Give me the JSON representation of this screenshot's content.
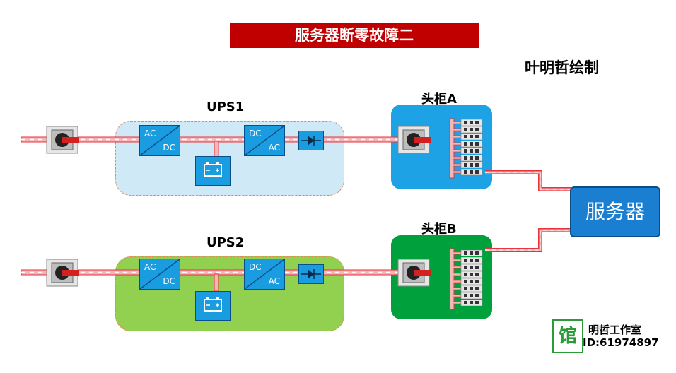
{
  "title": "服务器断零故障二",
  "author": "叶明哲绘制",
  "ups1": {
    "label": "UPS1",
    "rectifier": {
      "in": "AC",
      "out": "DC"
    },
    "inverter": {
      "in": "DC",
      "out": "AC"
    },
    "battery_icon": "battery-icon",
    "diode_icon": "diode-icon"
  },
  "ups2": {
    "label": "UPS2",
    "rectifier": {
      "in": "AC",
      "out": "DC"
    },
    "inverter": {
      "in": "DC",
      "out": "AC"
    },
    "battery_icon": "battery-icon",
    "diode_icon": "diode-icon"
  },
  "cabinet_a": {
    "label": "头柜A"
  },
  "cabinet_b": {
    "label": "头柜B"
  },
  "server": {
    "label": "服务器"
  },
  "studio": {
    "logo": "馆",
    "name": "明哲工作室",
    "id": "ID:61974897"
  },
  "colors": {
    "banner": "#c00000",
    "ups1_fill": "#cfe9f7",
    "ups2_fill": "#92d050",
    "cabinet_a": "#1ea2e6",
    "cabinet_b": "#00a03c",
    "module_blue": "#1a9de0",
    "cable_red": "#e8323c"
  }
}
